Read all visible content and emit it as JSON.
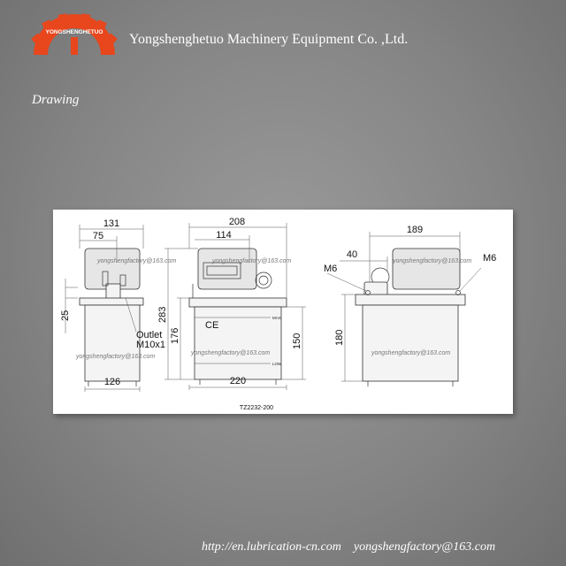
{
  "header": {
    "logo_text": "YONGSHENGHETUO",
    "company_name": "Yongshenghetuo Machinery Equipment Co. ,Ltd.",
    "logo_color": "#e8461c"
  },
  "section_title": "Drawing",
  "drawing": {
    "model_code": "TZ2232-200",
    "watermark": "yongshengfactory@163.com",
    "outlet_label": "Outlet",
    "outlet_thread": "M10x1",
    "gauge_max": "MAX",
    "gauge_low": "LOW",
    "ce_mark": "CE",
    "side_view": {
      "d131": "131",
      "d75": "75",
      "d25": "25",
      "d126": "126"
    },
    "front_view": {
      "d208": "208",
      "d114": "114",
      "d283": "283",
      "d176": "176",
      "d150": "150",
      "d220": "220"
    },
    "rear_view": {
      "d189": "189",
      "d40": "40",
      "m6_left": "M6",
      "m6_right": "M6",
      "d180": "180"
    }
  },
  "footer": {
    "website": "http://en.lubrication-cn.com",
    "email": "yongshengfactory@163.com"
  }
}
